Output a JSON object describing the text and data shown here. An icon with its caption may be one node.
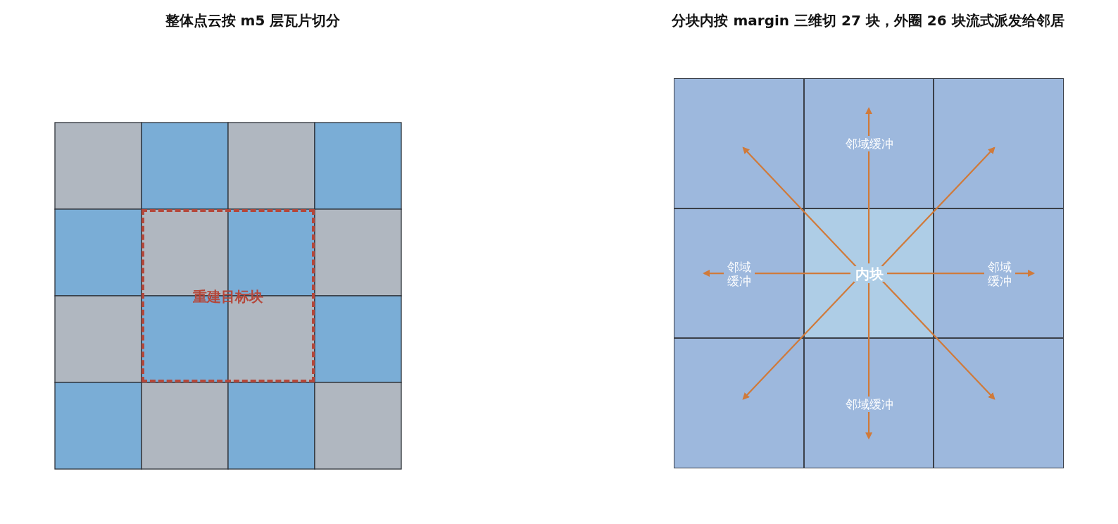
{
  "diagram": {
    "nodes": [
      {
        "text": [
          "重建目标块"
        ]
      },
      {
        "text": [],
        "shape": "box"
      },
      {
        "text": [
          "邻域缓冲"
        ]
      },
      {
        "text": [],
        "shape": "box"
      },
      {
        "text": [
          "邻域缓冲"
        ]
      },
      {
        "text": [
          "内块"
        ]
      },
      {
        "text": [
          "邻域缓冲"
        ]
      },
      {
        "text": [],
        "shape": "box"
      },
      {
        "text": [
          "邻域缓冲"
        ]
      },
      {
        "text": [],
        "shape": "box"
      }
    ],
    "edges": [
      {
        "from": 5,
        "to": 1,
        "arrow": "to"
      },
      {
        "from": 5,
        "to": 2,
        "arrow": "to"
      },
      {
        "from": 5,
        "to": 3,
        "arrow": "to"
      },
      {
        "from": 5,
        "to": 4,
        "arrow": "to"
      },
      {
        "from": 5,
        "to": 6,
        "arrow": "to"
      },
      {
        "from": 5,
        "to": 7,
        "arrow": "to"
      },
      {
        "from": 5,
        "to": 8,
        "arrow": "to"
      },
      {
        "from": 5,
        "to": 9,
        "arrow": "to"
      }
    ],
    "labels": [
      "整体点云按 m5 层瓦片切分",
      "分块内按 margin 三维切 27 块，外圈 26 块流式派发给邻居"
    ]
  }
}
